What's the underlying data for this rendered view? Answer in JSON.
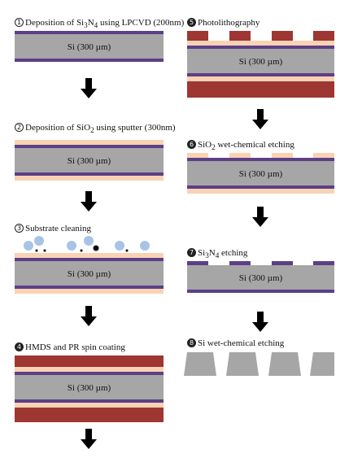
{
  "colors": {
    "si": "#A6A6A6",
    "nitride": "#5C3F87",
    "oxide": "#F9D2B4",
    "photoresist": "#9E3632",
    "droplet": "#A9C3E6",
    "arrow": "#000000"
  },
  "si_label": "Si (300 µm)",
  "steps": [
    {
      "num": "1",
      "style": "open",
      "pre": "Deposition of Si",
      "sub1": "3",
      "mid": "N",
      "sub2": "4",
      "post": " using LPCVD (200nm)"
    },
    {
      "num": "2",
      "style": "open",
      "pre": "Deposition of SiO",
      "sub1": "2",
      "mid": "",
      "sub2": "",
      "post": " using sputter (300nm)"
    },
    {
      "num": "3",
      "style": "open",
      "pre": "Substrate cleaning",
      "sub1": "",
      "mid": "",
      "sub2": "",
      "post": ""
    },
    {
      "num": "4",
      "style": "filled",
      "pre": "HMDS and PR spin coating",
      "sub1": "",
      "mid": "",
      "sub2": "",
      "post": ""
    },
    {
      "num": "5",
      "style": "filled",
      "pre": "Photolithography",
      "sub1": "",
      "mid": "",
      "sub2": "",
      "post": ""
    },
    {
      "num": "6",
      "style": "filled",
      "pre": "SiO",
      "sub1": "2",
      "mid": "",
      "sub2": "",
      "post": " wet-chemical etching"
    },
    {
      "num": "7",
      "style": "filled",
      "pre": "Si",
      "sub1": "3",
      "mid": "N",
      "sub2": "4",
      "post": " etching"
    },
    {
      "num": "8",
      "style": "filled",
      "pre": "Si wet-chemical etching",
      "sub1": "",
      "mid": "",
      "sub2": "",
      "post": ""
    }
  ]
}
